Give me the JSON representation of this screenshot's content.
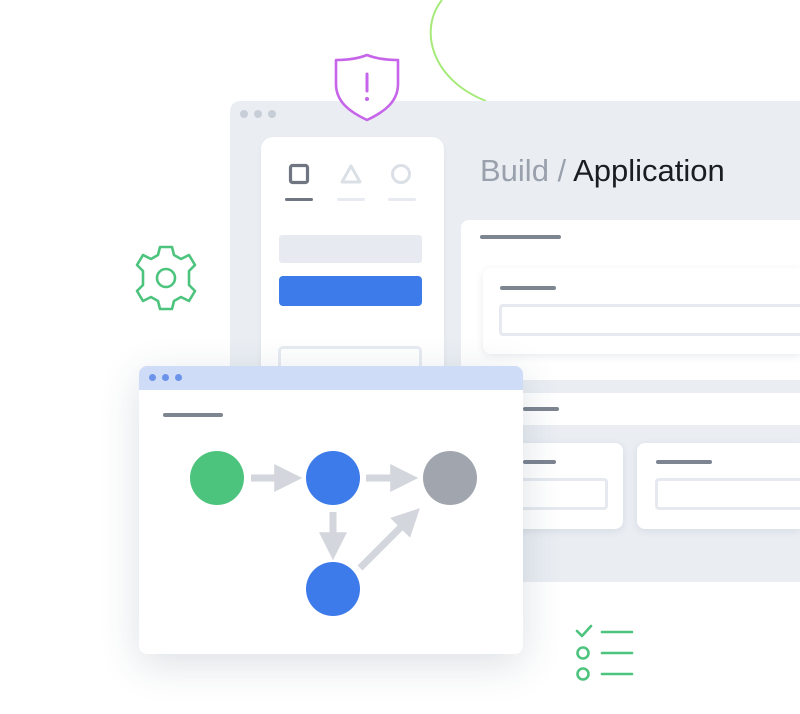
{
  "breadcrumb": {
    "parent": "Build",
    "separator": " / ",
    "current": "Application"
  },
  "colors": {
    "accent_blue": "#3e7bea",
    "node_green": "#4dc47d",
    "node_grey": "#a1a6ae",
    "shield_purple": "#c765ea",
    "gear_green": "#4dc47d",
    "checklist_green": "#4dc47d",
    "curve_green": "#a6ea7a"
  },
  "icons": {
    "shield": "shield-alert-icon",
    "gear": "gear-icon",
    "checklist": "checklist-icon",
    "tab_square": "square-icon",
    "tab_triangle": "triangle-icon",
    "tab_circle": "circle-icon"
  },
  "diagram": {
    "nodes": [
      {
        "id": "start",
        "color": "green"
      },
      {
        "id": "step-a",
        "color": "blue"
      },
      {
        "id": "end",
        "color": "grey"
      },
      {
        "id": "step-b",
        "color": "blue"
      }
    ],
    "edges": [
      {
        "from": "start",
        "to": "step-a"
      },
      {
        "from": "step-a",
        "to": "end"
      },
      {
        "from": "step-a",
        "to": "step-b"
      },
      {
        "from": "step-b",
        "to": "end"
      }
    ]
  }
}
